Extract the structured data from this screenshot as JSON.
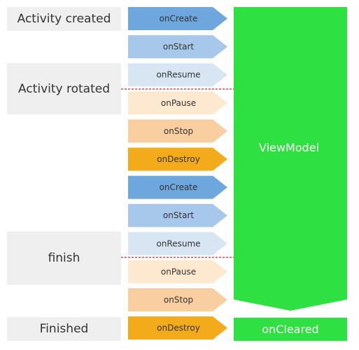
{
  "labels": [
    {
      "text": "Activity created"
    },
    {
      "text": "Activity rotated"
    },
    {
      "text": "finish"
    },
    {
      "text": "Finished"
    }
  ],
  "steps": [
    {
      "text": "onCreate",
      "color": "#6ea6de"
    },
    {
      "text": "onStart",
      "color": "#a7c8ea"
    },
    {
      "text": "onResume",
      "color": "#d8e6f4"
    },
    {
      "text": "onPause",
      "color": "#fde8d0"
    },
    {
      "text": "onStop",
      "color": "#f9cfa1"
    },
    {
      "text": "onDestroy",
      "color": "#f3ab1c"
    },
    {
      "text": "onCreate",
      "color": "#6ea6de"
    },
    {
      "text": "onStart",
      "color": "#a7c8ea"
    },
    {
      "text": "onResume",
      "color": "#d8e6f4"
    },
    {
      "text": "onPause",
      "color": "#fde8d0"
    },
    {
      "text": "onStop",
      "color": "#f9cfa1"
    },
    {
      "text": "onDestroy",
      "color": "#f3ab1c"
    }
  ],
  "viewmodel": {
    "label": "ViewModel",
    "color": "#2ee040"
  },
  "cleared": {
    "label": "onCleared",
    "color": "#2ee040"
  },
  "colors": {
    "label_bg": "#efefef",
    "divider": "#e02020"
  }
}
